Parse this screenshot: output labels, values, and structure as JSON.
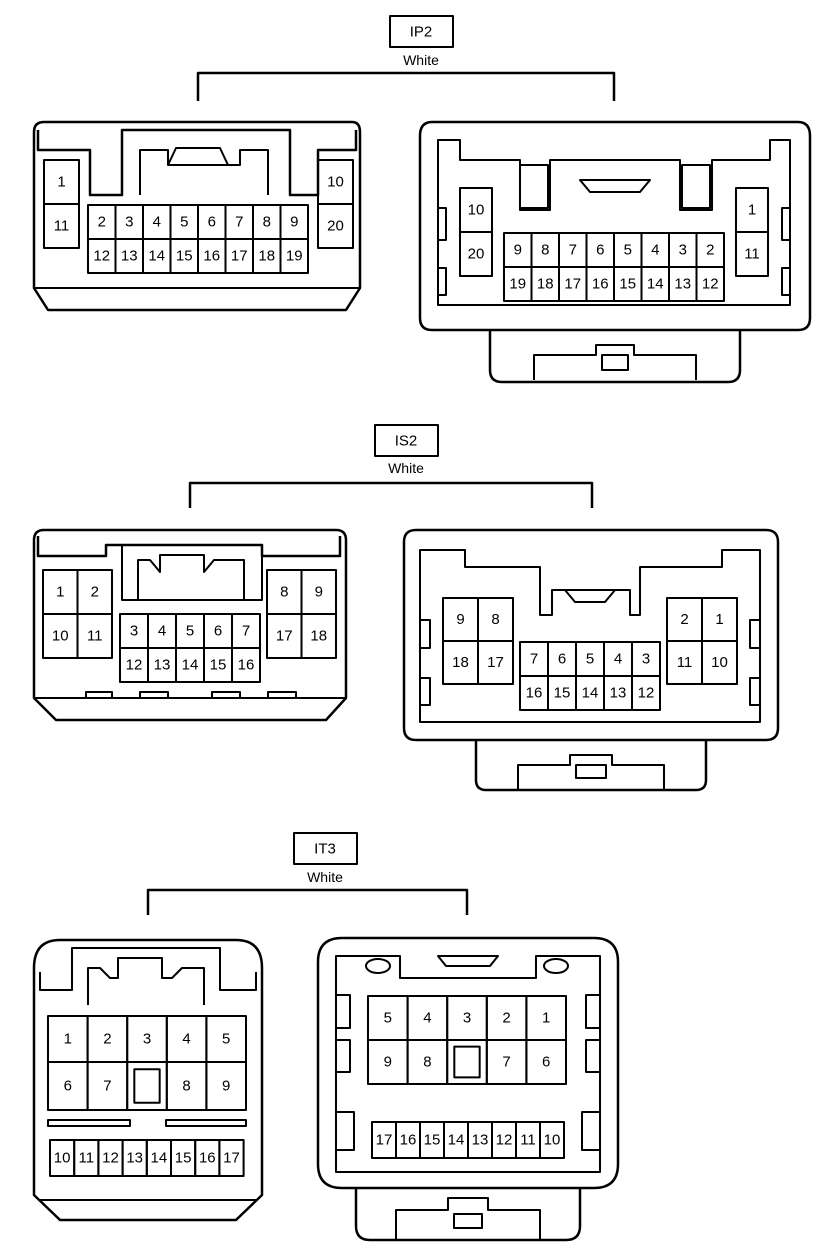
{
  "groups": [
    {
      "id": "ip2",
      "name": "IP2",
      "color": "White",
      "male_rows": {
        "left_top": [
          "1"
        ],
        "left_bottom": [
          "11"
        ],
        "center_top": [
          "2",
          "3",
          "4",
          "5",
          "6",
          "7",
          "8",
          "9"
        ],
        "center_bottom": [
          "12",
          "13",
          "14",
          "15",
          "16",
          "17",
          "18",
          "19"
        ],
        "right_top": [
          "10"
        ],
        "right_bottom": [
          "20"
        ]
      },
      "female_rows": {
        "left_top": [
          "10"
        ],
        "left_bottom": [
          "20"
        ],
        "center_top": [
          "9",
          "8",
          "7",
          "6",
          "5",
          "4",
          "3",
          "2"
        ],
        "center_bottom": [
          "19",
          "18",
          "17",
          "16",
          "15",
          "14",
          "13",
          "12"
        ],
        "right_top": [
          "1"
        ],
        "right_bottom": [
          "11"
        ]
      }
    },
    {
      "id": "is2",
      "name": "IS2",
      "color": "White",
      "male_rows": {
        "left_top": [
          "1",
          "2"
        ],
        "left_bottom": [
          "10",
          "11"
        ],
        "center_top": [
          "3",
          "4",
          "5",
          "6",
          "7"
        ],
        "center_bottom": [
          "12",
          "13",
          "14",
          "15",
          "16"
        ],
        "right_top": [
          "8",
          "9"
        ],
        "right_bottom": [
          "17",
          "18"
        ]
      },
      "female_rows": {
        "left_top": [
          "9",
          "8"
        ],
        "left_bottom": [
          "18",
          "17"
        ],
        "center_top": [
          "7",
          "6",
          "5",
          "4",
          "3"
        ],
        "center_bottom": [
          "16",
          "15",
          "14",
          "13",
          "12"
        ],
        "right_top": [
          "2",
          "1"
        ],
        "right_bottom": [
          "11",
          "10"
        ]
      }
    },
    {
      "id": "it3",
      "name": "IT3",
      "color": "White",
      "male_rows": {
        "top": [
          "1",
          "2",
          "3",
          "4",
          "5"
        ],
        "middle": [
          "6",
          "7",
          "",
          "8",
          "9"
        ],
        "bottom": [
          "10",
          "11",
          "12",
          "13",
          "14",
          "15",
          "16",
          "17"
        ]
      },
      "female_rows": {
        "top": [
          "5",
          "4",
          "3",
          "2",
          "1"
        ],
        "middle": [
          "9",
          "8",
          "",
          "7",
          "6"
        ],
        "bottom": [
          "17",
          "16",
          "15",
          "14",
          "13",
          "12",
          "11",
          "10"
        ]
      }
    }
  ],
  "colors": {
    "line": "#000000",
    "background": "#ffffff"
  }
}
